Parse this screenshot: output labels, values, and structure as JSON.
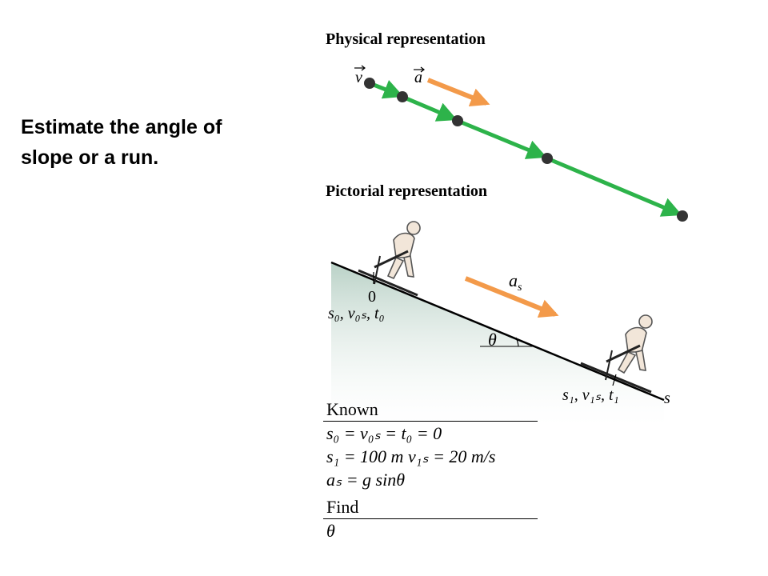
{
  "prompt": {
    "line1": "Estimate the angle of",
    "line2": "slope or a run."
  },
  "physical": {
    "heading": "Physical representation",
    "velocity_label": "v",
    "accel_label": "a"
  },
  "pictorial": {
    "heading": "Pictorial representation",
    "origin_label": "0",
    "start_label": "s₀, v₀ₛ, t₀",
    "accel_label": "a",
    "accel_sub": "s",
    "angle_label": "θ",
    "end_label": "s₁, v₁ₛ, t₁",
    "axis_label": "s"
  },
  "known": {
    "heading": "Known",
    "line1": "s₀ = v₀ₛ = t₀ = 0",
    "line2": "s₁ = 100 m   v₁ₛ = 20 m/s",
    "line3": "aₛ = g sinθ"
  },
  "find": {
    "heading": "Find",
    "line1": "θ"
  },
  "colors": {
    "velocity": "#2db34a",
    "acceleration": "#f39a4a",
    "slope_fill": "#c9dcd4",
    "dot": "#333333"
  }
}
